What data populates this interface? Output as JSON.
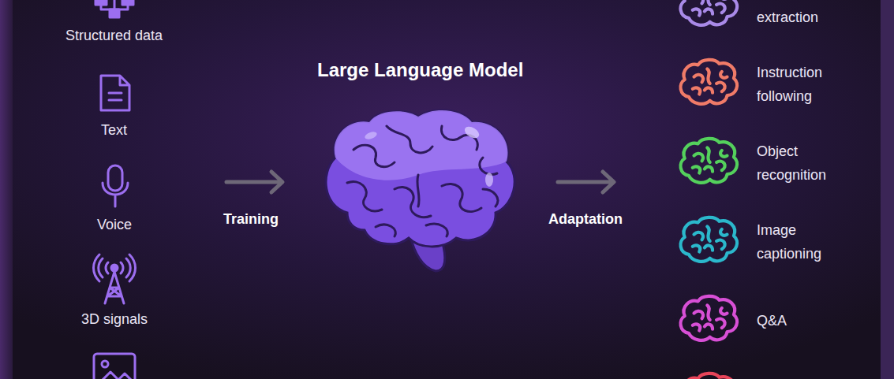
{
  "diagram": {
    "title": "Large Language Model",
    "labels": [
      "Structured data",
      "Text",
      "Voice",
      "3D signals",
      "Training",
      "Adaptation",
      "extraction",
      "Instruction following",
      "Object recognition",
      "Image captioning",
      "Q&A"
    ]
  }
}
